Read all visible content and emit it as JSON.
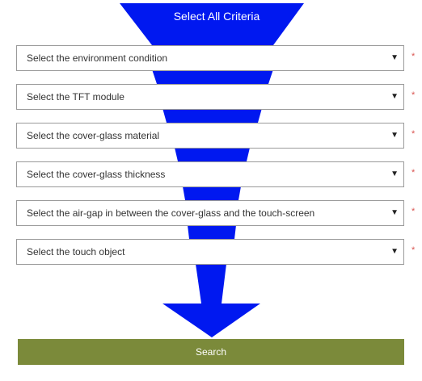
{
  "header": {
    "title": "Select All Criteria"
  },
  "criteria": [
    {
      "placeholder": "Select the environment condition",
      "required_marker": "*"
    },
    {
      "placeholder": "Select the TFT module",
      "required_marker": "*"
    },
    {
      "placeholder": "Select the cover-glass material",
      "required_marker": "*"
    },
    {
      "placeholder": "Select the cover-glass thickness",
      "required_marker": "*"
    },
    {
      "placeholder": "Select the air-gap in between the cover-glass and the touch-screen",
      "required_marker": "*"
    },
    {
      "placeholder": "Select the touch object",
      "required_marker": "*"
    }
  ],
  "dropdown_caret": "▼",
  "actions": {
    "search_label": "Search"
  },
  "colors": {
    "funnel_blue": "#0018f0",
    "search_green": "#7b8a3a",
    "required_red": "#d9534f"
  }
}
